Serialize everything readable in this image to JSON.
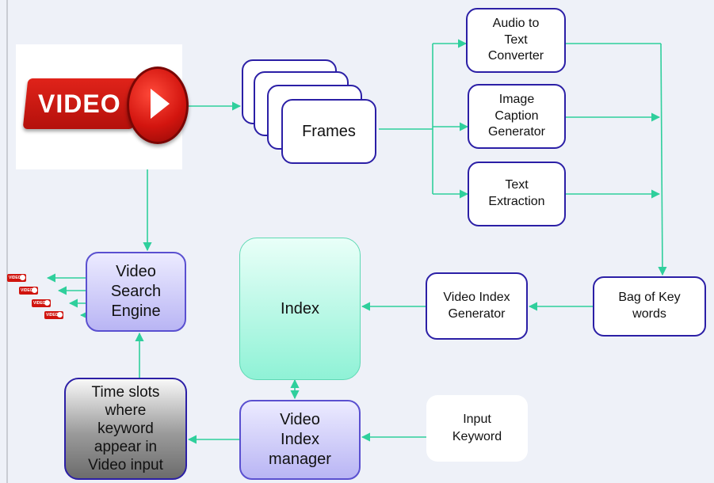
{
  "diagram": {
    "video_thumbnail": {
      "label": "VIDEO",
      "icon": "video-play-icon"
    },
    "frames": {
      "label": "Frames"
    },
    "audio_to_text": {
      "label": "Audio to\nText\nConverter"
    },
    "image_caption": {
      "label": "Image\nCaption\nGenerator"
    },
    "text_extraction": {
      "label": "Text\nExtraction"
    },
    "bag_of_keywords": {
      "label": "Bag of Key\nwords"
    },
    "video_index_generator": {
      "label": "Video Index\nGenerator"
    },
    "index": {
      "label": "Index"
    },
    "video_search_engine": {
      "label": "Video\nSearch\nEngine"
    },
    "video_index_manager": {
      "label": "Video\nIndex\nmanager"
    },
    "input_keyword": {
      "label": "Input\nKeyword"
    },
    "time_slots": {
      "label": "Time slots\nwhere\nkeyword\nappear in\nVideo input"
    },
    "result_icons": [
      {
        "label": "VIDEO"
      },
      {
        "label": "VIDEO"
      },
      {
        "label": "VIDEO"
      },
      {
        "label": "VIDEO"
      }
    ]
  },
  "colors": {
    "arrow": "#2fcf9c",
    "box_border": "#2b1fa6",
    "index_fill": "#8ff2d6",
    "engine_fill": "#b9b5f4",
    "video_red": "#d3150f"
  }
}
